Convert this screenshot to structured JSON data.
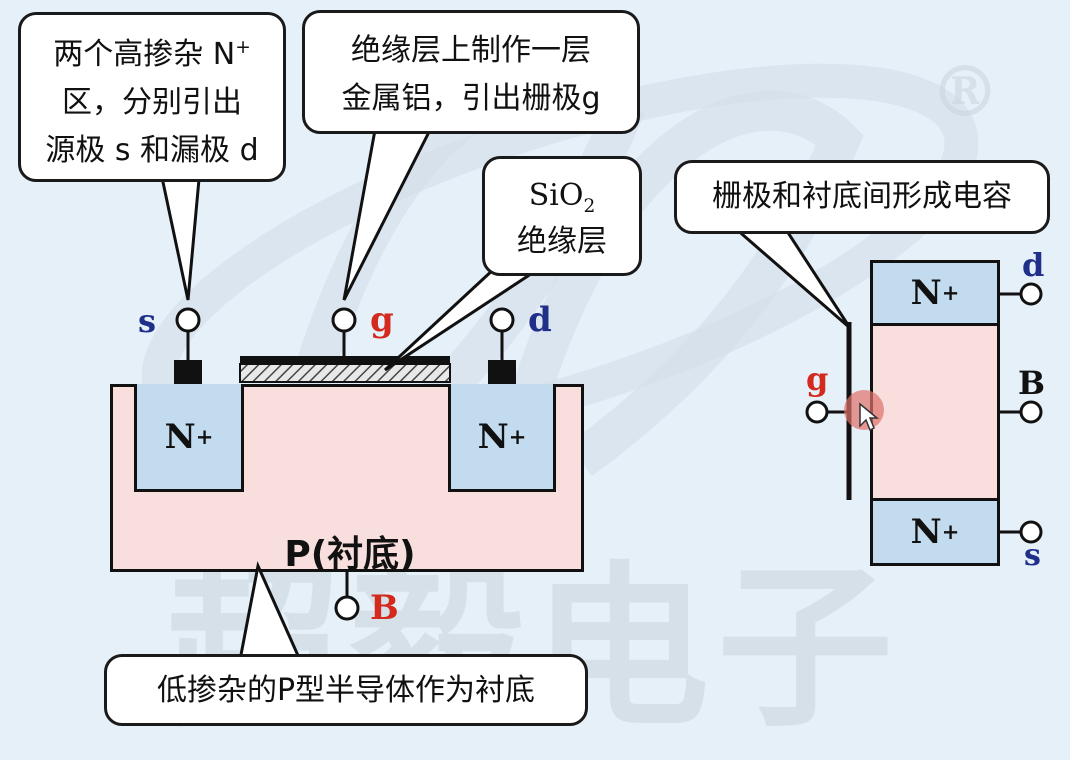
{
  "callouts": {
    "source_drain": {
      "line1_prefix": "两个高掺杂 N",
      "line1_sup": "+",
      "line2": "区，分别引出",
      "line3": "源极 s 和漏极 d"
    },
    "gate": {
      "line1": "绝缘层上制作一层",
      "line2": "金属铝，引出栅极g"
    },
    "sio2": {
      "formula_main": "SiO",
      "formula_sub": "2",
      "line2": "绝缘层"
    },
    "substrate": {
      "text": "低掺杂的P型半导体作为衬底"
    },
    "capacitor": {
      "text": "栅极和衬底间形成电容"
    }
  },
  "cross_section": {
    "terminal_s": "s",
    "terminal_g": "g",
    "terminal_d": "d",
    "terminal_B": "B",
    "n_left": "N",
    "n_right": "N",
    "n_sup": "+",
    "substrate_label": "P(衬底)"
  },
  "symbol": {
    "n_top": "N",
    "n_bottom": "N",
    "n_sup": "+",
    "terminal_d": "d",
    "terminal_g": "g",
    "terminal_B": "B",
    "terminal_s": "s"
  },
  "watermark": {
    "text": "超毅电子",
    "mark": "®"
  },
  "colors": {
    "n_region": "#c2dbef",
    "p_substrate": "#f8dedd",
    "terminal_blue": "#1f2f8a",
    "terminal_red": "#d42a1e"
  }
}
